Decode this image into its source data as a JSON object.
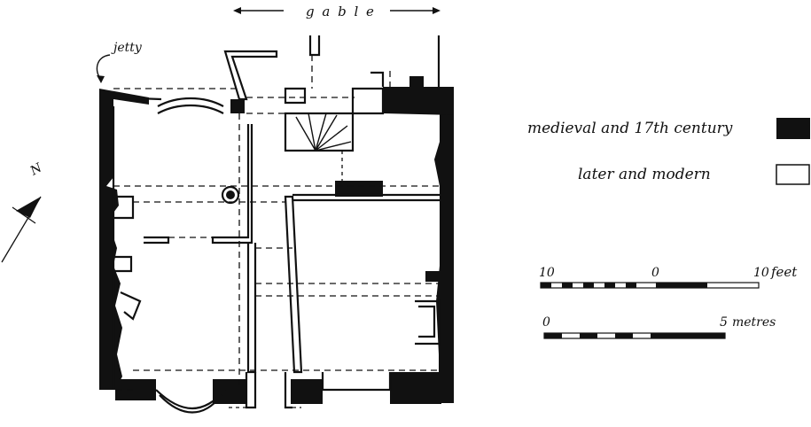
{
  "labels": {
    "gable": "g a b l e",
    "jetty": "jetty",
    "north": "N"
  },
  "legend": {
    "medieval": "medieval and 17th century",
    "later": "later and modern",
    "medieval_color": "#111111",
    "later_color": "#ffffff"
  },
  "scale_feet": {
    "left": "10",
    "mid": "0",
    "right": "10",
    "unit": "feet"
  },
  "scale_metres": {
    "left": "0",
    "right": "5",
    "unit": "metres"
  }
}
